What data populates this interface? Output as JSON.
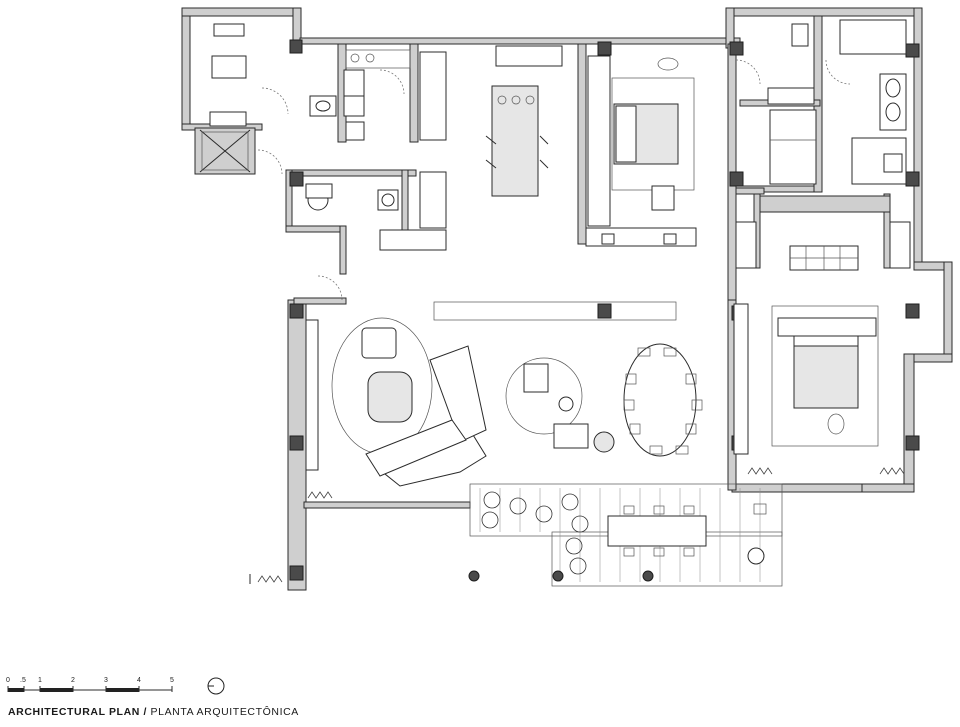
{
  "caption": {
    "title": "ARCHITECTURAL PLAN",
    "separator": "/",
    "subtitle": "PLANTA ARQUITECTÔNICA"
  },
  "scale_bar": {
    "labels": [
      "0",
      ".5",
      "1",
      "2",
      "3",
      "4",
      "5"
    ]
  },
  "north_symbol": "north-arrow-icon",
  "colors": {
    "wall": "#cfcfcf",
    "column": "#4a4a4a",
    "line": "#2b2b2b"
  }
}
